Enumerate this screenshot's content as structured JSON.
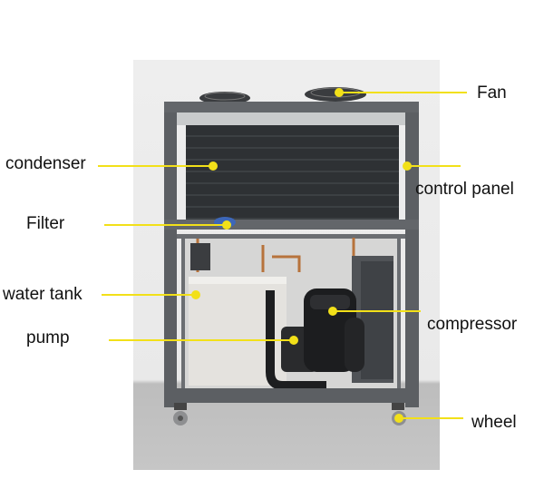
{
  "labels": {
    "fan": "Fan",
    "condenser": "condenser",
    "control_panel": "control panel",
    "filter": "Filter",
    "water_tank": "water tank",
    "compressor": "compressor",
    "pump": "pump",
    "wheel": "wheel"
  },
  "colors": {
    "leader_line": "#f2e019",
    "frame": "#5c5f63",
    "condenser_fins": "#2e3134",
    "tank": "#e4e2de",
    "compressor": "#1c1d1f"
  }
}
